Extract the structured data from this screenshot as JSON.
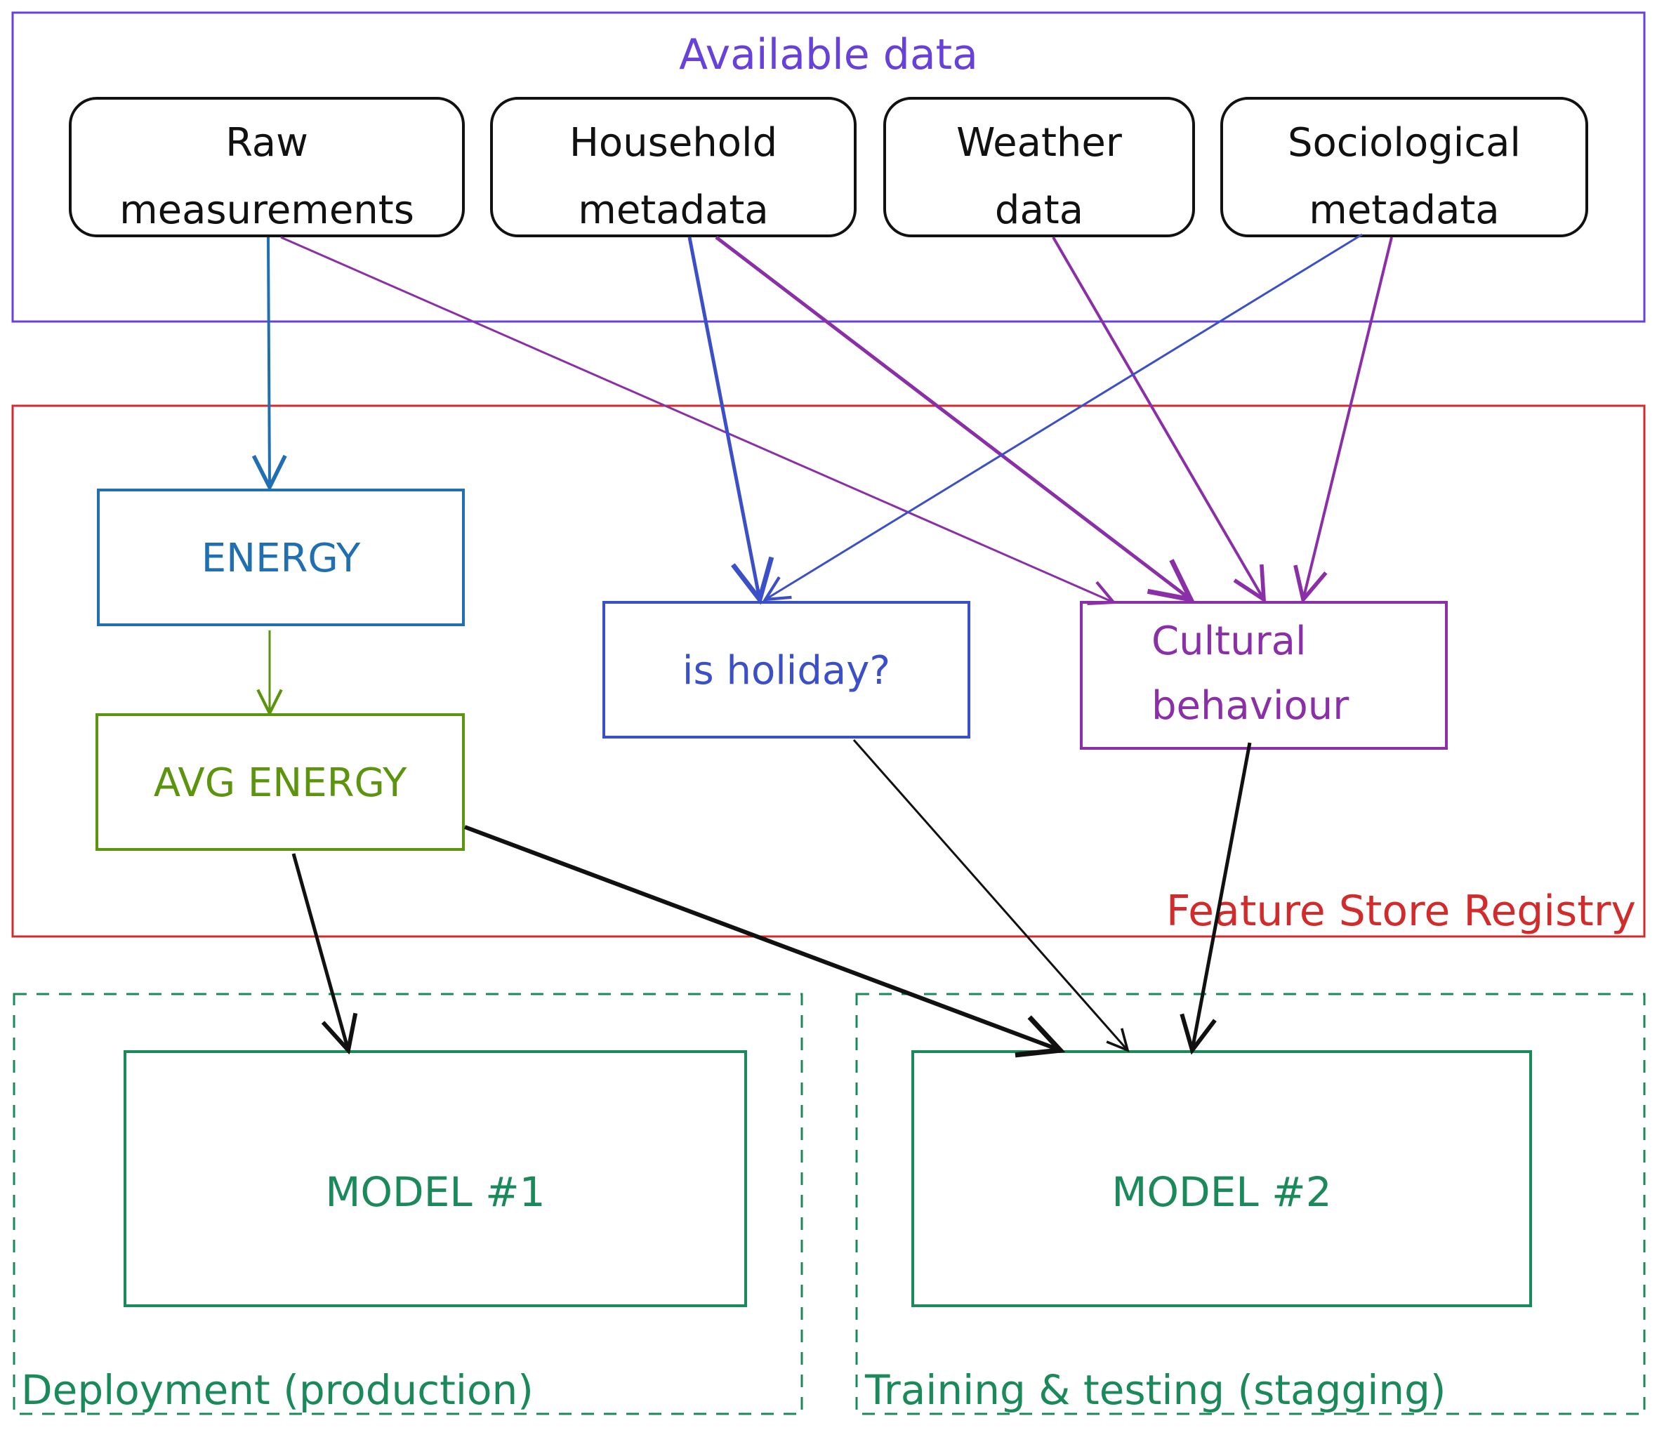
{
  "colors": {
    "available": "#6741d9",
    "registry": "#d22b2b",
    "energy": "#1f6fb2",
    "avg_energy": "#5c940d",
    "holiday": "#3b4fc8",
    "cultural": "#8a2fa8",
    "deployment": "#1a8a5a",
    "black": "#111111"
  },
  "available_data": {
    "title": "Available data",
    "sources": {
      "raw": [
        "Raw",
        "measurements"
      ],
      "household": [
        "Household",
        "metadata"
      ],
      "weather": [
        "Weather",
        "data"
      ],
      "sociological": [
        "Sociological",
        "metadata"
      ]
    }
  },
  "registry": {
    "title": "Feature Store Registry",
    "features": {
      "energy": "ENERGY",
      "avg_energy": "AVG ENERGY",
      "holiday": "is holiday?",
      "cultural": [
        "Cultural",
        "behaviour"
      ]
    }
  },
  "environments": {
    "production": {
      "label": "Deployment (production)",
      "model": "MODEL #1"
    },
    "staging": {
      "label": "Training & testing (stagging)",
      "model": "MODEL #2"
    }
  }
}
